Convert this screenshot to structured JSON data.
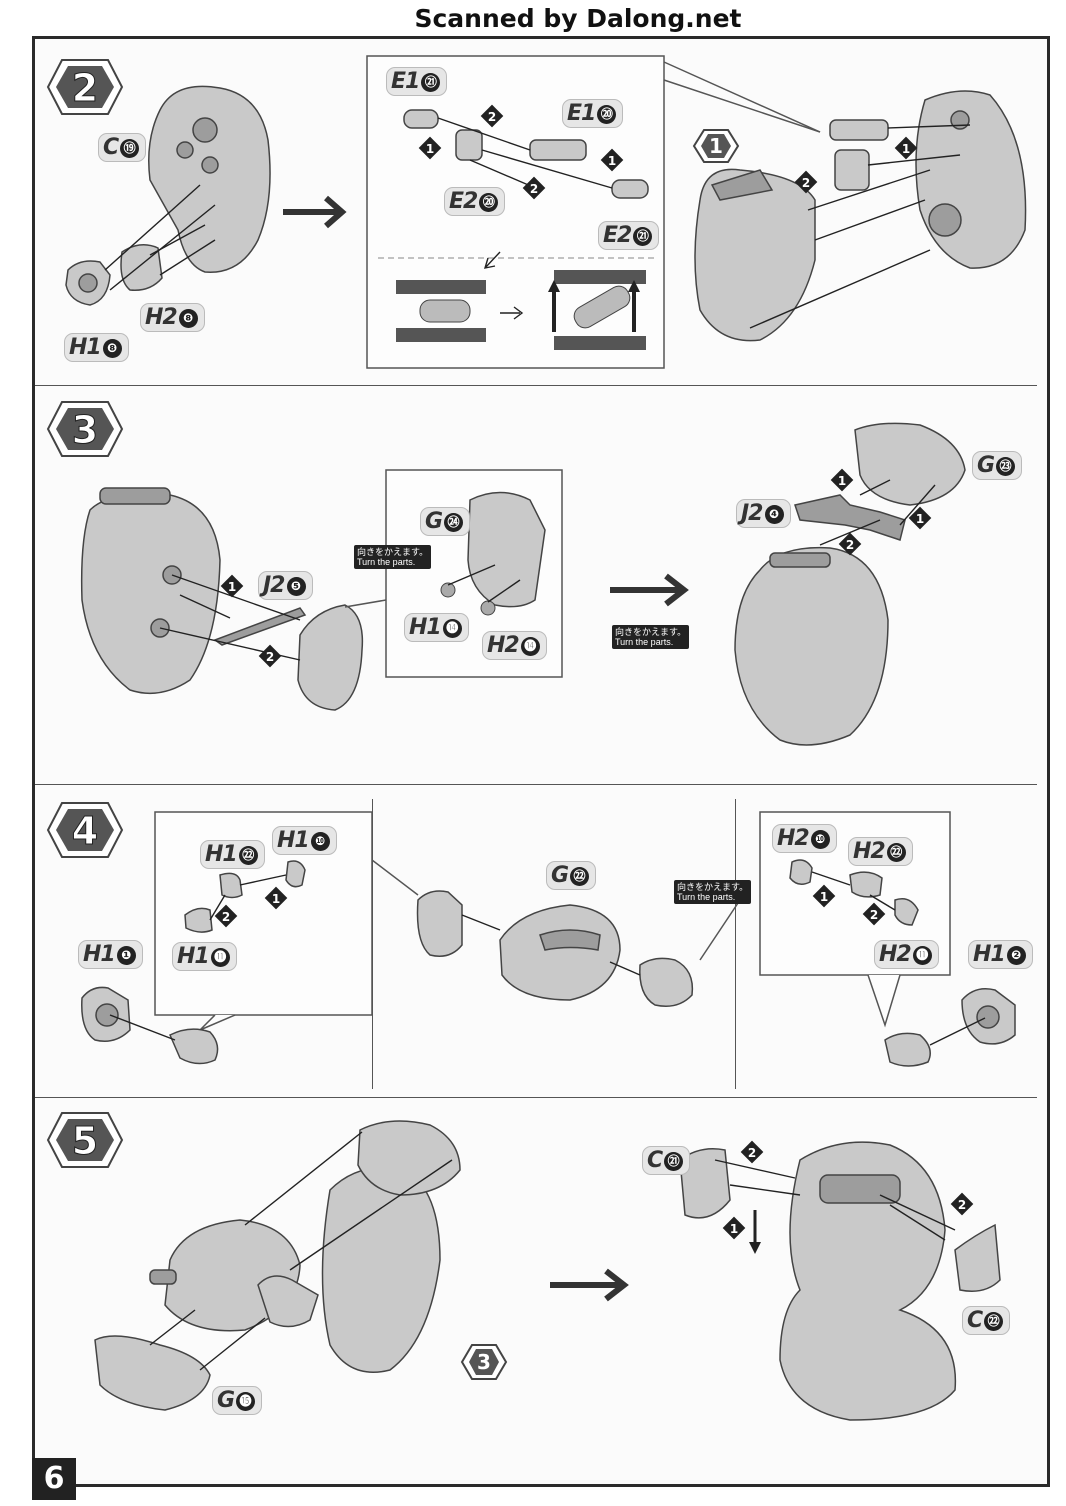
{
  "header": {
    "scan_credit": "Scanned by Dalong.net"
  },
  "page_number": "6",
  "steps": [
    {
      "number": "2",
      "labels": [
        {
          "text": "C",
          "num": "⑲"
        },
        {
          "text": "H2",
          "num": "❽"
        },
        {
          "text": "H1",
          "num": "❽"
        },
        {
          "text": "E1",
          "num": "㉑"
        },
        {
          "text": "E1",
          "num": "⑳"
        },
        {
          "text": "E2",
          "num": "⑳"
        },
        {
          "text": "E2",
          "num": "㉑"
        }
      ],
      "sub_step": "1"
    },
    {
      "number": "3",
      "labels": [
        {
          "text": "J2",
          "num": "❺"
        },
        {
          "text": "G",
          "num": "㉔"
        },
        {
          "text": "H1",
          "num": "⓮"
        },
        {
          "text": "H2",
          "num": "⓮"
        },
        {
          "text": "J2",
          "num": "❹"
        },
        {
          "text": "G",
          "num": "㉓"
        }
      ],
      "notes": [
        "向きをかえます。\nTurn the parts.",
        "向きをかえます。\nTurn the parts."
      ]
    },
    {
      "number": "4",
      "labels": [
        {
          "text": "H1",
          "num": "❶"
        },
        {
          "text": "H1",
          "num": "㉒"
        },
        {
          "text": "H1",
          "num": "❿"
        },
        {
          "text": "H1",
          "num": "⓫"
        },
        {
          "text": "G",
          "num": "㉒"
        },
        {
          "text": "H2",
          "num": "❿"
        },
        {
          "text": "H2",
          "num": "㉒"
        },
        {
          "text": "H2",
          "num": "⓫"
        },
        {
          "text": "H1",
          "num": "❷"
        }
      ],
      "notes": [
        "向きをかえます。\nTurn the parts."
      ]
    },
    {
      "number": "5",
      "labels": [
        {
          "text": "G",
          "num": "⓯"
        },
        {
          "text": "C",
          "num": "㉑"
        },
        {
          "text": "C",
          "num": "㉒"
        }
      ],
      "ref": "3"
    }
  ],
  "order_badges": {
    "one": "1",
    "two": "2"
  }
}
